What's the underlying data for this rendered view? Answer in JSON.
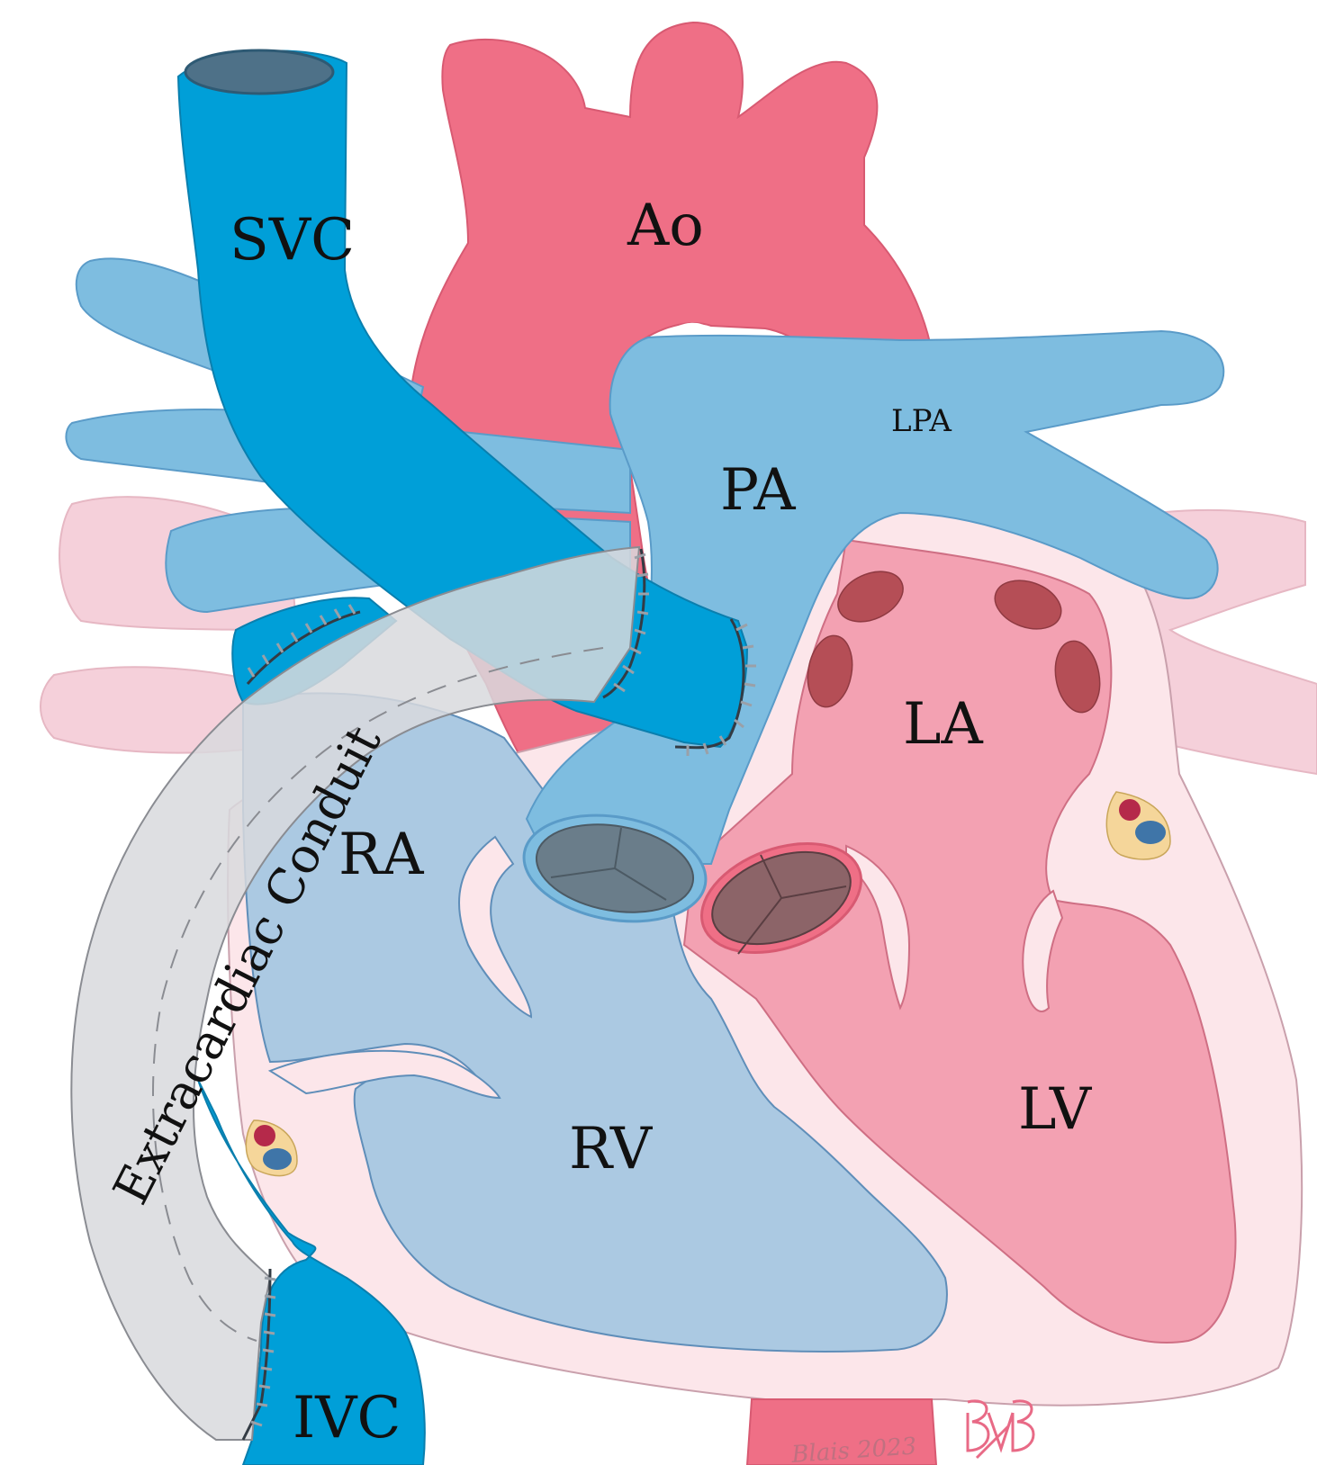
{
  "diagram": {
    "labels": {
      "svc": "SVC",
      "ao": "Ao",
      "pa": "PA",
      "lpa": "LPA",
      "la": "LA",
      "ra": "RA",
      "rv": "RV",
      "lv": "LV",
      "ivc": "IVC",
      "conduit": "Extracardiac Conduit"
    },
    "signature": "Blais 2023",
    "colors": {
      "deoxygenated_vein": "#009fd8",
      "pulmonary_artery": "#7ebde0",
      "right_heart": "#abc9e2",
      "aorta": "#ef6f86",
      "left_heart": "#f3a1b2",
      "myocardium": "#fce6ea",
      "pulmonary_veins": "#b54e56",
      "conduit": "#dcdde0",
      "background_vessels": "#f5d0da"
    }
  }
}
